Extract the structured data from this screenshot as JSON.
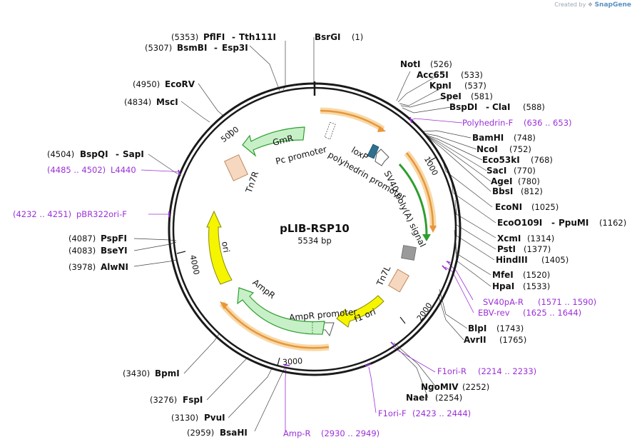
{
  "credit": {
    "prefix": "Created by",
    "brand": "SnapGene"
  },
  "plasmid": {
    "name": "pLIB-RSP10",
    "size_label": "5534 bp"
  },
  "ticks": [
    "1000",
    "2000",
    "3000",
    "4000",
    "5000"
  ],
  "enzymes": [
    {
      "name": "BsrGI",
      "pos": "(1)"
    },
    {
      "name": "NotI",
      "pos": "(526)"
    },
    {
      "name": "Acc65I",
      "pos": "(533)"
    },
    {
      "name": "KpnI",
      "pos": "(537)"
    },
    {
      "name": "SpeI",
      "pos": "(581)"
    },
    {
      "name": "BspDI",
      "name2": "ClaI",
      "pos": "(588)"
    },
    {
      "name": "BamHI",
      "pos": "(748)"
    },
    {
      "name": "NcoI",
      "pos": "(752)"
    },
    {
      "name": "Eco53kI",
      "pos": "(768)"
    },
    {
      "name": "SacI",
      "pos": "(770)"
    },
    {
      "name": "AgeI",
      "pos": "(780)"
    },
    {
      "name": "BbsI",
      "pos": "(812)"
    },
    {
      "name": "EcoNI",
      "pos": "(1025)"
    },
    {
      "name": "EcoO109I",
      "name2": "PpuMI",
      "pos": "(1162)"
    },
    {
      "name": "XcmI",
      "pos": "(1314)"
    },
    {
      "name": "PstI",
      "pos": "(1377)"
    },
    {
      "name": "HindIII",
      "pos": "(1405)"
    },
    {
      "name": "MfeI",
      "pos": "(1520)"
    },
    {
      "name": "HpaI",
      "pos": "(1533)"
    },
    {
      "name": "BlpI",
      "pos": "(1743)"
    },
    {
      "name": "AvrII",
      "pos": "(1765)"
    },
    {
      "name": "NgoMIV",
      "pos": "(2252)"
    },
    {
      "name": "NaeI",
      "pos": "(2254)"
    },
    {
      "name": "BsaHI",
      "pos": "(2959)"
    },
    {
      "name": "PvuI",
      "pos": "(3130)"
    },
    {
      "name": "FspI",
      "pos": "(3276)"
    },
    {
      "name": "BpmI",
      "pos": "(3430)"
    },
    {
      "name": "AlwNI",
      "pos": "(3978)"
    },
    {
      "name": "BseYI",
      "pos": "(4083)"
    },
    {
      "name": "PspFI",
      "pos": "(4087)"
    },
    {
      "name": "BspQI",
      "name2": "SapI",
      "pos": "(4504)"
    },
    {
      "name": "MscI",
      "pos": "(4834)"
    },
    {
      "name": "EcoRV",
      "pos": "(4950)"
    },
    {
      "name": "BsmBI",
      "name2": "Esp3I",
      "pos": "(5307)"
    },
    {
      "name": "PflFI",
      "name2": "Tth111I",
      "pos": "(5353)"
    }
  ],
  "primers": [
    {
      "name": "Polyhedrin-F",
      "range": "(636 .. 653)"
    },
    {
      "name": "SV40pA-R",
      "range": "(1571 .. 1590)"
    },
    {
      "name": "EBV-rev",
      "range": "(1625 .. 1644)"
    },
    {
      "name": "F1ori-R",
      "range": "(2214 .. 2233)"
    },
    {
      "name": "F1ori-F",
      "range": "(2423 .. 2444)"
    },
    {
      "name": "Amp-R",
      "range": "(2930 .. 2949)"
    },
    {
      "name": "pBR322ori-F",
      "range": "(4232 .. 4251)"
    },
    {
      "name": "L4440",
      "range": "(4485 .. 4502)"
    }
  ],
  "features": {
    "gmr": "GmR",
    "pc_promoter": "Pc promoter",
    "tn7r": "Tn7R",
    "loxp": "loxP",
    "polyhedrin_promoter": "polyhedrin promoter",
    "sv40": "SV40 poly(A) signal",
    "tn7l": "Tn7L",
    "f1_ori": "f1 ori",
    "ampr_promoter": "AmpR promoter",
    "ampr": "AmpR",
    "ori": "ori"
  },
  "colors": {
    "backbone": "#1a1a1a",
    "orf": "#e8963a",
    "orf_glow": "#f7d9a8",
    "marker": "#c8f0c8",
    "marker_edge": "#2e9e2e",
    "origin": "#f5f500",
    "tn7": "#f6d8c0",
    "primer": "#9b30d9",
    "terminator": "#9a9a9a",
    "loxp": "#2f6f8f"
  }
}
